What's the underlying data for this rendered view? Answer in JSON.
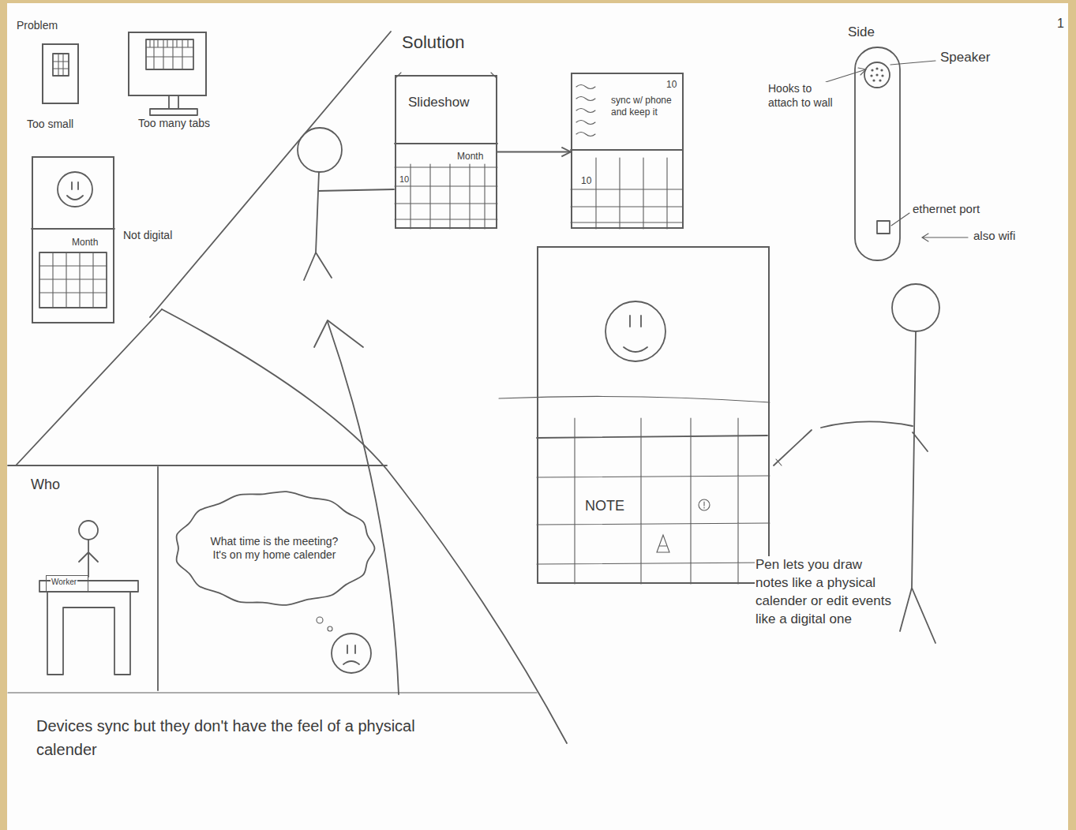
{
  "diagram": {
    "nodes": [
      {
        "text": [
          "Too small"
        ]
      },
      {
        "text": [
          "Too many tabs"
        ]
      },
      {
        "text": [
          "Month",
          "Not digital"
        ]
      },
      {
        "text": [
          "Slideshow",
          "Month",
          "10"
        ]
      },
      {
        "text": [
          "10",
          "sync w/ phone and keep it",
          "10"
        ]
      },
      {
        "text": [
          "NOTE"
        ]
      },
      {
        "text": [
          "Worker"
        ]
      },
      {
        "text": [
          "What time is the meeting? It's on my home calender"
        ]
      }
    ],
    "edges": [
      {
        "from": 3,
        "to": 4,
        "arrow": "to"
      }
    ],
    "labels": [
      "1",
      "Problem",
      "Solution",
      "Side",
      "Speaker",
      "Hooks to attach to wall",
      "ethernet port",
      "also wifi",
      "Pen lets you draw notes like a physical calender or edit events like a digital one",
      "Who",
      "Devices sync but they don't have the feel of a physical calender"
    ]
  }
}
